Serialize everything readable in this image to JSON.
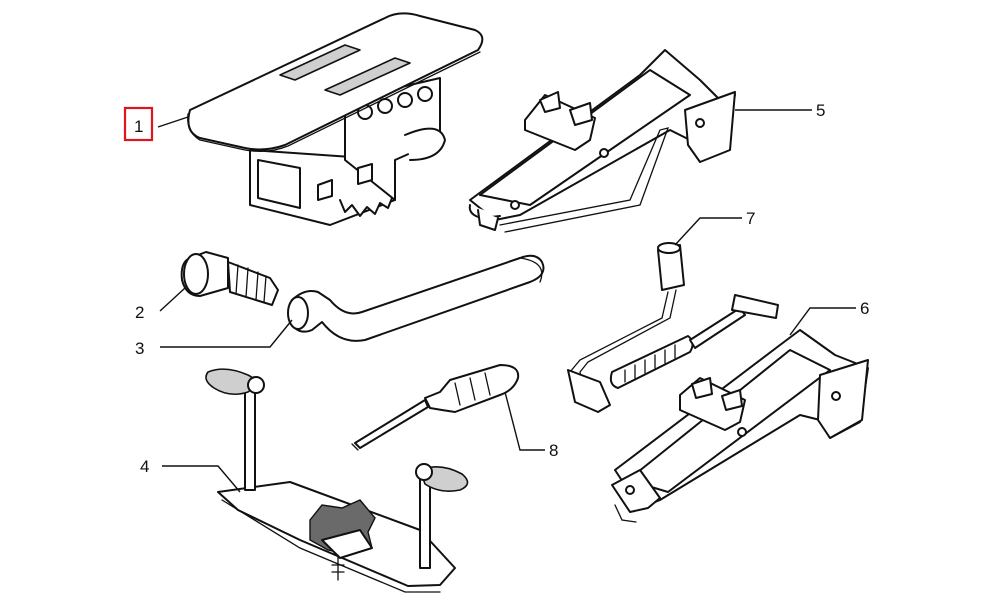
{
  "callouts": [
    {
      "id": "1",
      "text": "1"
    },
    {
      "id": "2",
      "text": "2"
    },
    {
      "id": "3",
      "text": "3"
    },
    {
      "id": "4",
      "text": "4"
    },
    {
      "id": "5",
      "text": "5"
    },
    {
      "id": "6",
      "text": "6"
    },
    {
      "id": "7",
      "text": "7"
    },
    {
      "id": "8",
      "text": "8"
    }
  ],
  "highlight_color": "#e0141c",
  "selected_callout": "1"
}
